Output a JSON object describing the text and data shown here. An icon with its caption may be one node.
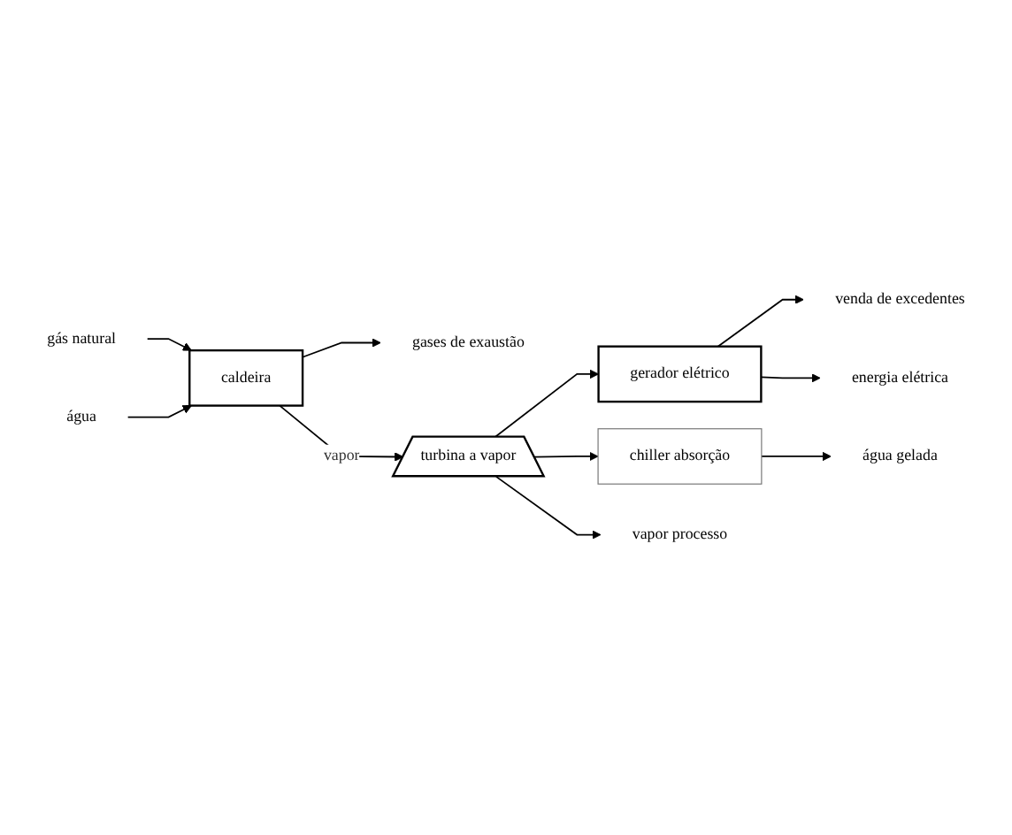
{
  "diagram": {
    "nodes": [
      {
        "text": [
          "gás natural"
        ]
      },
      {
        "text": [
          "caldeira"
        ]
      },
      {
        "text": [
          "gases de exaustão"
        ]
      },
      {
        "text": [
          "água"
        ]
      },
      {
        "text": [
          "turbina a vapor"
        ]
      },
      {
        "text": [
          "gerador elétrico"
        ]
      },
      {
        "text": [
          "venda de excedentes"
        ]
      },
      {
        "text": [
          "energia elétrica"
        ]
      },
      {
        "text": [
          "chiller absorção"
        ]
      },
      {
        "text": [
          "água gelada"
        ]
      },
      {
        "text": [
          "vapor processo"
        ]
      }
    ],
    "edges": [
      {
        "from": 0,
        "to": 1,
        "arrow": "to"
      },
      {
        "from": 1,
        "to": 2,
        "arrow": "to"
      },
      {
        "from": 3,
        "to": 1,
        "arrow": "to"
      },
      {
        "from": 1,
        "to": 4,
        "arrow": "to",
        "label": "vapor"
      },
      {
        "from": 4,
        "to": 5,
        "arrow": "to"
      },
      {
        "from": 5,
        "to": 6,
        "arrow": "to"
      },
      {
        "from": 5,
        "to": 7,
        "arrow": "to"
      },
      {
        "from": 4,
        "to": 8,
        "arrow": "to"
      },
      {
        "from": 8,
        "to": 9,
        "arrow": "to"
      },
      {
        "from": 4,
        "to": 10,
        "arrow": "to"
      }
    ]
  }
}
